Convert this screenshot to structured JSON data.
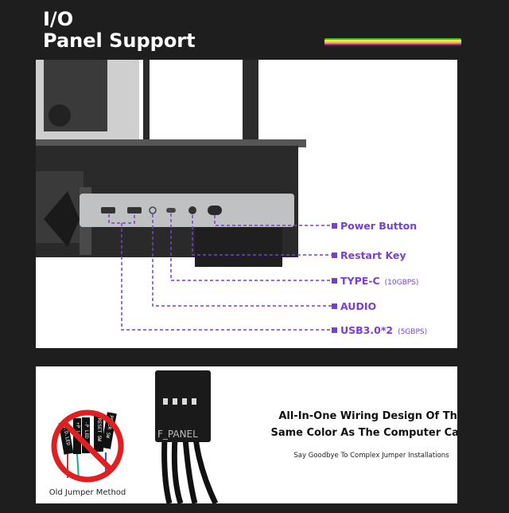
{
  "header": {
    "title_line1": "I/O",
    "title_line2": "Panel Support"
  },
  "ports": [
    {
      "label": "Power Button",
      "note": ""
    },
    {
      "label": "Restart Key",
      "note": ""
    },
    {
      "label": "TYPE-C",
      "note": "(10GBPS)"
    },
    {
      "label": "AUDIO",
      "note": ""
    },
    {
      "label": "USB3.0*2",
      "note": "(5GBPS)"
    }
  ],
  "wiring": {
    "connector_label": "F_PANEL",
    "headline_line1": "All-In-One Wiring Design Of The",
    "headline_line2": "Same Color As The Computer Case",
    "subtitle": "Say Goodbye To Complex Jumper Installations",
    "old_method_caption": "Old Jumper Method",
    "old_pins": [
      "U.D.LED",
      "+P LED",
      "-P LED",
      "RESET SW",
      "POWER SW"
    ]
  },
  "colors": {
    "accent": "#7a3fd0"
  }
}
